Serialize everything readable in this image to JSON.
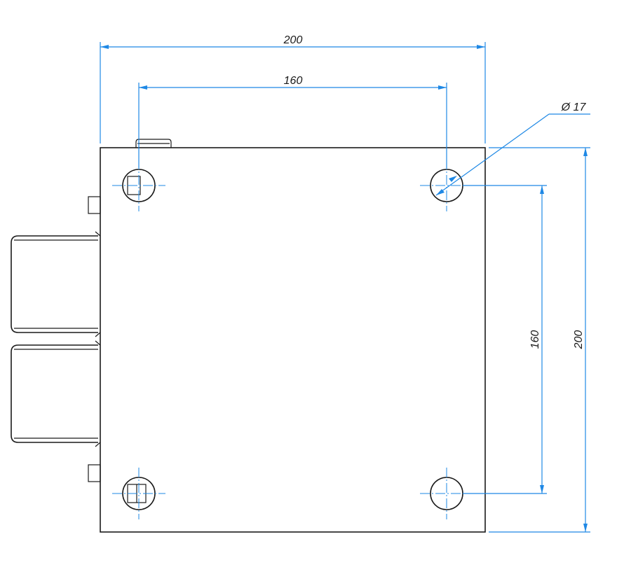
{
  "dimensions": {
    "overall_width": "200",
    "hole_spacing_horizontal": "160",
    "hole_diameter": "Ø 17",
    "hole_spacing_vertical": "160",
    "overall_height": "200"
  },
  "colors": {
    "dimension_lines": "#1e88e5",
    "outline": "#1a1a1a"
  }
}
